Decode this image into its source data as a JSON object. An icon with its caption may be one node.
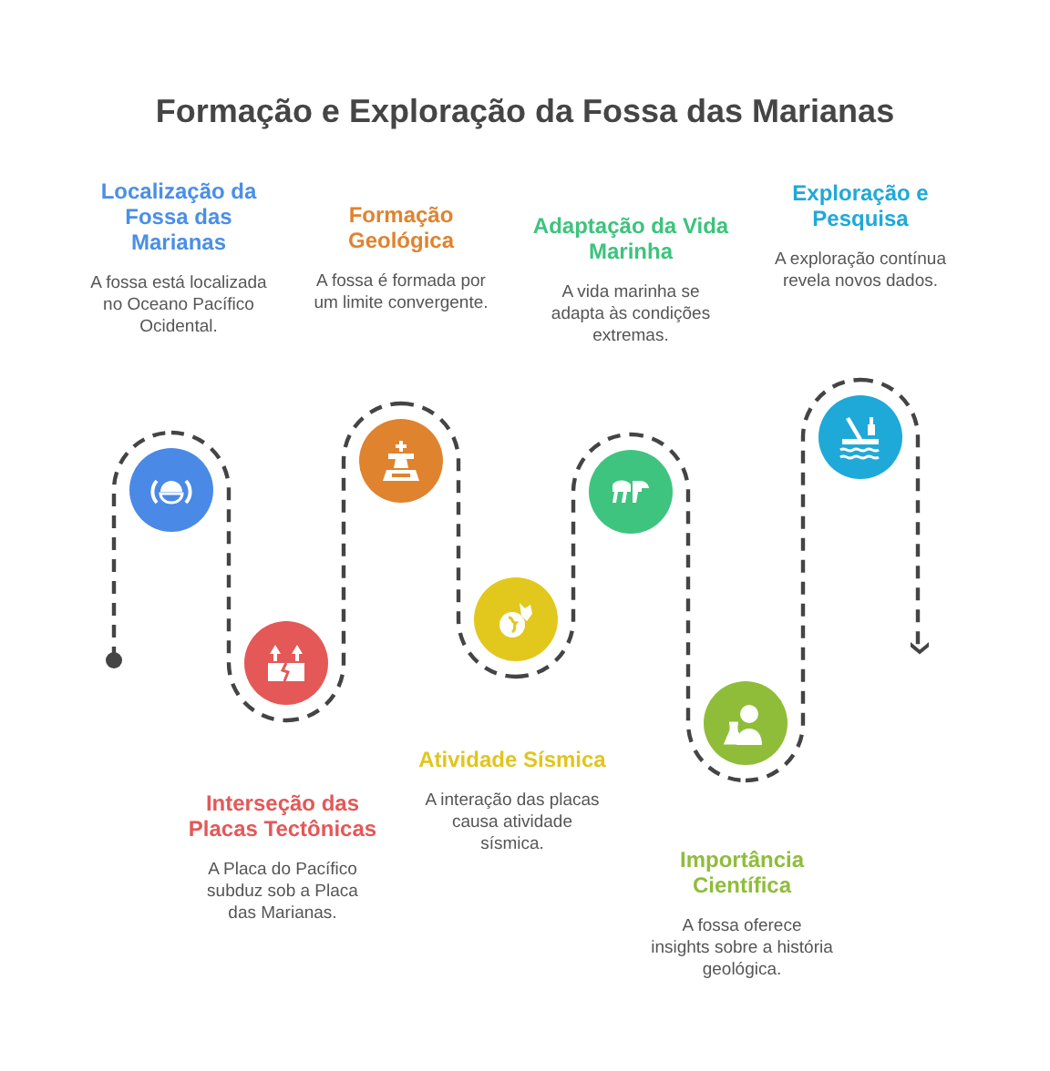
{
  "diagram": {
    "title": "Formação e Exploração da Fossa das Marianas",
    "nodes": [
      {
        "text": [],
        "shape": "circle"
      },
      {
        "text": [],
        "shape": "circle",
        "beside": [
          "Localização da Fossa das Marianas",
          "A fossa está localizada no Oceano Pacífico Ocidental."
        ]
      },
      {
        "text": [],
        "shape": "circle",
        "beside": [
          "Interseção das Placas Tectônicas",
          "A Placa do Pacífico subduz sob a Placa das Marianas."
        ]
      },
      {
        "text": [],
        "shape": "circle",
        "beside": [
          "Formação Geológica",
          "A fossa é formada por um limite convergente."
        ]
      },
      {
        "text": [],
        "shape": "circle",
        "beside": [
          "Atividade Sísmica",
          "A interação das placas causa atividade sísmica."
        ]
      },
      {
        "text": [],
        "shape": "circle",
        "beside": [
          "Adaptação da Vida Marinha",
          "A vida marinha se adapta às condições extremas."
        ]
      },
      {
        "text": [],
        "shape": "circle",
        "beside": [
          "Importância Científica",
          "A fossa oferece insights sobre a história geológica."
        ]
      },
      {
        "text": [],
        "shape": "circle",
        "beside": [
          "Exploração e Pesquisa",
          "A exploração contínua revela novos dados."
        ]
      }
    ],
    "edges": [
      {
        "from": 0,
        "to": 1,
        "arrow": "none",
        "style": "dashed"
      },
      {
        "from": 1,
        "to": 2,
        "arrow": "none",
        "style": "dashed"
      },
      {
        "from": 2,
        "to": 3,
        "arrow": "none",
        "style": "dashed"
      },
      {
        "from": 3,
        "to": 4,
        "arrow": "none",
        "style": "dashed"
      },
      {
        "from": 4,
        "to": 5,
        "arrow": "none",
        "style": "dashed"
      },
      {
        "from": 5,
        "to": 6,
        "arrow": "none",
        "style": "dashed"
      },
      {
        "from": 6,
        "to": 7,
        "arrow": "none",
        "style": "dashed"
      },
      {
        "from": 7,
        "to": null,
        "arrow": "to",
        "style": "dashed"
      }
    ]
  }
}
